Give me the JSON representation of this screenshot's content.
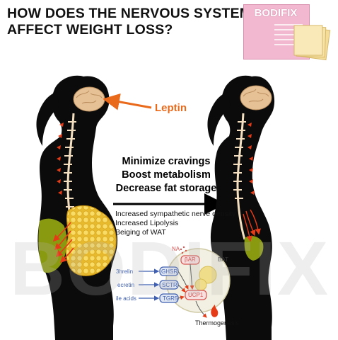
{
  "headline": {
    "line1": "HOW DOES THE NERVOUS SYSTEM",
    "line2": "AFFECT WEIGHT LOSS?"
  },
  "product": {
    "brand": "BODIFIX"
  },
  "leptin_label": "Leptin",
  "benefits": [
    "Minimize cravings",
    "Boost metabolism",
    "Decrease fat storage"
  ],
  "effects": [
    "Increased sympathetic nerve density",
    "Increased Lipolysis",
    "Beiging of WAT"
  ],
  "diagram": {
    "na": "NA",
    "receptor": "βAR",
    "bat": "BAT",
    "hormones": [
      "3hrelin",
      "ecretin",
      "ile acids"
    ],
    "receptors": [
      "GHSR",
      "SCTR",
      "TGR5"
    ],
    "ucp": "UCP1",
    "output": "Thermogenesis"
  },
  "watermark": "BODIFIX",
  "colors": {
    "silhouette": "#0b0b0b",
    "brain": "#e6c195",
    "spine": "#f3dfbf",
    "nerves": "#e53b17",
    "leptin_arrow": "#ea6a1c",
    "visceral_fat": "#8a9a10",
    "fat_cells": "#f5d24a",
    "diagram_blue": "#3f5fb0",
    "diagram_red": "#d9534f"
  }
}
